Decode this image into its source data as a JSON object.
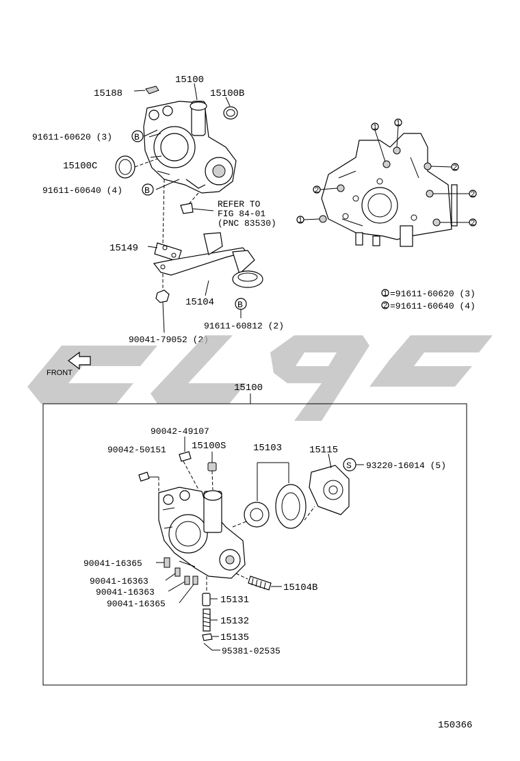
{
  "upper": {
    "p15100": "15100",
    "p15188": "15188",
    "p15100B": "15100B",
    "bolt_a": "91611-60620 (3)",
    "p15100C": "15100C",
    "bolt_b": "91611-60640 (4)",
    "refer_line1": "REFER TO",
    "refer_line2": "FIG 84-01",
    "refer_line3": "(PNC 83530)",
    "p15149": "15149",
    "p15104": "15104",
    "bolt_c": "91611-60812 (2)",
    "nut": "90041-79052 (2)",
    "callout_letter": "B"
  },
  "side_view": {
    "mark1": "1",
    "mark2": "2",
    "legend1": "=91611-60620 (3)",
    "legend2": "=91611-60640 (4)"
  },
  "front_label": "FRONT",
  "assembly": {
    "title": "15100",
    "p90042_49107": "90042-49107",
    "p90042_50151": "90042-50151",
    "p15100S": "15100S",
    "p15103": "15103",
    "p15115": "15115",
    "screw_letter": "S",
    "p93220": "93220-16014 (5)",
    "p90041_16365a": "90041-16365",
    "p90041_16363a": "90041-16363",
    "p90041_16363b": "90041-16363",
    "p90041_16365b": "90041-16365",
    "p15104B": "15104B",
    "p15131": "15131",
    "p15132": "15132",
    "p15135": "15135",
    "p95381": "95381-02535"
  },
  "figure_number": "150366"
}
